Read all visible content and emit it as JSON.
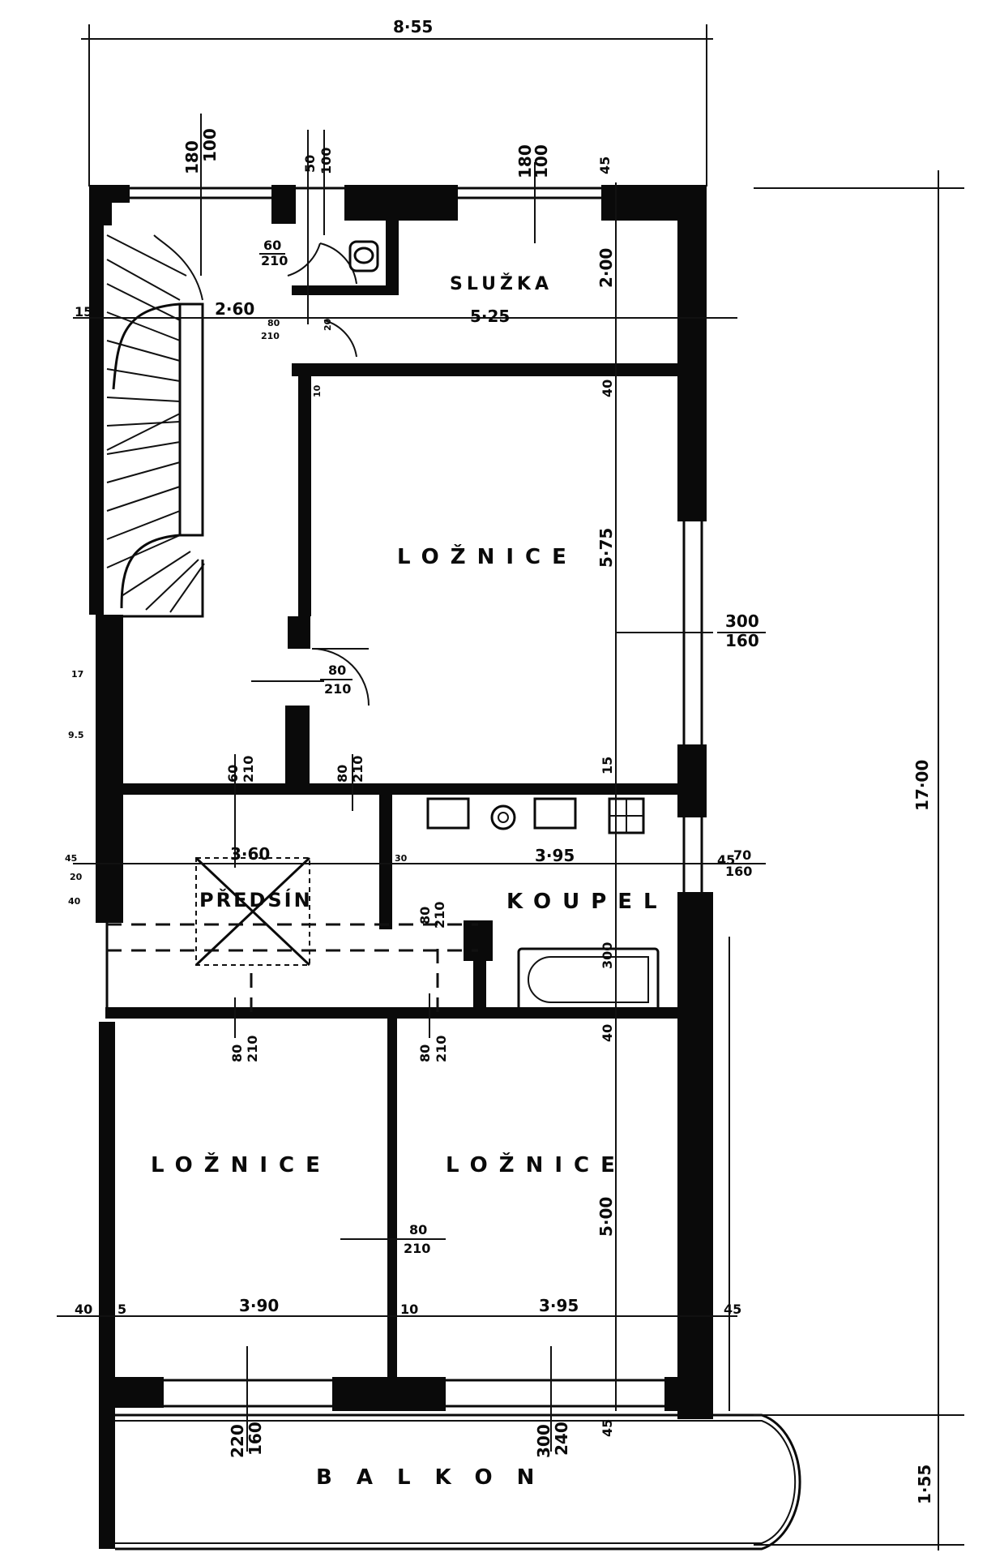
{
  "rooms": {
    "sluzka": "SLUŽKA",
    "loznice_top": "LOŽNICE",
    "predsin": "PŘEDSÍN",
    "koupel": "KOUPEL",
    "loznice_left": "LOŽNICE",
    "loznice_right": "LOŽNICE",
    "balkon": "BALKON"
  },
  "dimensions": {
    "overall_width": "8·55",
    "overall_length": "17·00",
    "balcony_depth": "1·55",
    "stair_width": "2·60",
    "sluzka_width": "5·25",
    "sluzka_depth": "2·00",
    "bedroom_top_depth": "5·75",
    "predsin_width": "3·60",
    "koupel_width": "3·95",
    "bedroom_left_width": "3·90",
    "bedroom_right_width": "3·95",
    "bedroom_bottom_depth": "5·00",
    "wall_15_left": "15",
    "wall_40_bottom_left": "40",
    "wall_5": "5",
    "wall_10_mid": "10",
    "wall_45_right": "45",
    "wall_45_top": "45",
    "wall_45_bottom": "45",
    "wall_45_mid": "45",
    "wall_40_top": "40",
    "wall_15_mid": "15",
    "wall_40_mid": "40",
    "wall_30_bath": "30",
    "wall_10_stair": "10",
    "wall_20": "20",
    "wall_45_left": "45",
    "wall_17": "17",
    "wall_95": "9.5",
    "wall_20_left": "20",
    "wall_40_left": "40",
    "wall_300_bath": "300"
  },
  "openings": {
    "win_stair_top": "180",
    "win_stair_bottom": "100",
    "win_wc_top": "50",
    "win_wc_bottom": "100",
    "win_sluzka_top": "180",
    "win_sluzka_bottom": "100",
    "door_wc_top": "60",
    "door_wc_bottom": "210",
    "door_sluzka_top": "80",
    "door_sluzka_bottom": "210",
    "win_bedroom_top": "300",
    "win_bedroom_bottom": "160",
    "door_bedroom_top": "80",
    "door_bedroom_bottom": "210",
    "door_hall_a_top": "60",
    "door_hall_a_bottom": "210",
    "door_hall_b_top": "80",
    "door_hall_b_bottom": "210",
    "win_bath_top": "70",
    "win_bath_bottom": "160",
    "door_bath_top": "80",
    "door_bath_bottom": "210",
    "door_left_top": "80",
    "door_left_bottom": "210",
    "door_right_top": "80",
    "door_right_bottom": "210",
    "door_between_top": "80",
    "door_between_bottom": "210",
    "win_left_top": "220",
    "win_left_bottom": "160",
    "win_right_top": "300",
    "win_right_bottom": "240"
  }
}
